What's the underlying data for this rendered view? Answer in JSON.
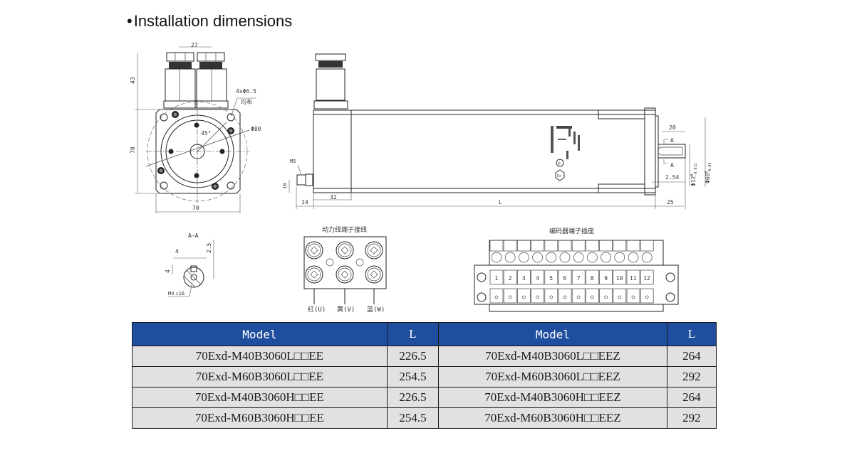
{
  "header": {
    "bullet": "•",
    "title": "Installation dimensions"
  },
  "front_view": {
    "dim_top": "27",
    "dim_height_top": "43",
    "dim_height": "70",
    "dim_width": "70",
    "hole_callout": "4xΦ6.5",
    "hole_note": "均布",
    "pcd": "Φ80",
    "angle": "45°"
  },
  "side_view": {
    "thread_label": "M5",
    "dim_10": "10",
    "dim_14": "14",
    "dim_32": "32",
    "dim_L": "L",
    "dim_25": "25",
    "dim_20": "20",
    "dim_254": "2.54",
    "section_A1": "A",
    "section_A2": "A",
    "shaft_dia": "Φ12",
    "shaft_tol_upper": "0",
    "shaft_tol_lower": "-0.011",
    "spigot_dia": "Φ60",
    "spigot_tol_upper": "0",
    "spigot_tol_lower": "-0.03"
  },
  "section_view": {
    "title": "A—A",
    "dim_4_h": "4",
    "dim_4_v": "4",
    "dim_25": "2.5",
    "thread": "M4",
    "depth_symbol": "↧",
    "depth": "16"
  },
  "power_terminal": {
    "title": "动力线端子接线",
    "labels": [
      "红(U)",
      "黄(V)",
      "蓝(W)"
    ]
  },
  "encoder_terminal": {
    "title": "编码器端子插座",
    "pins": [
      "1",
      "2",
      "3",
      "4",
      "5",
      "6",
      "7",
      "8",
      "9",
      "10",
      "11",
      "12"
    ]
  },
  "table": {
    "headers": [
      "Model",
      "L",
      "Model",
      "L"
    ],
    "rows": [
      {
        "model_a": "70Exd-M40B3060L□□EE",
        "len_a": "226.5",
        "model_b": "70Exd-M40B3060L□□EEZ",
        "len_b": "264"
      },
      {
        "model_a": "70Exd-M60B3060L□□EE",
        "len_a": "254.5",
        "model_b": "70Exd-M60B3060L□□EEZ",
        "len_b": "292"
      },
      {
        "model_a": "70Exd-M40B3060H□□EE",
        "len_a": "226.5",
        "model_b": "70Exd-M40B3060H□□EEZ",
        "len_b": "264"
      },
      {
        "model_a": "70Exd-M60B3060H□□EE",
        "len_a": "254.5",
        "model_b": "70Exd-M60B3060H□□EEZ",
        "len_b": "292"
      }
    ]
  },
  "colors": {
    "header_bg": "#1f4e9e",
    "row_bg": "#e1e1e1"
  }
}
